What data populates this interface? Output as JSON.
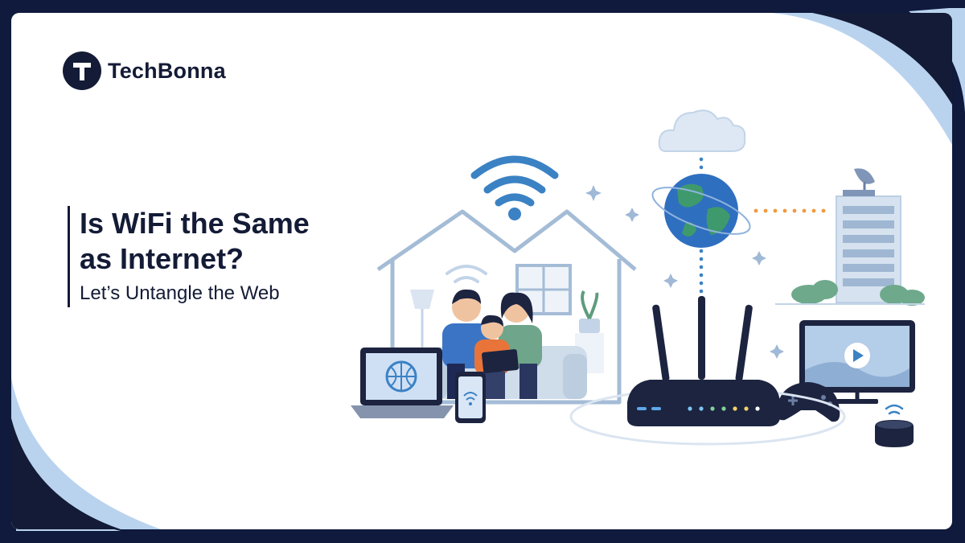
{
  "brand": {
    "name": "TechBonna",
    "logo_letter": "T",
    "primary_color": "#131b36",
    "accent_color": "#3b82c4",
    "light_accent": "#b9d3ef"
  },
  "headline": {
    "title_line1": "Is WiFi the Same",
    "title_line2": "as Internet?",
    "subtitle": "Let’s Untangle the Web"
  },
  "illustration": {
    "icons": [
      "wifi-icon",
      "house-icon",
      "family-icon",
      "laptop-icon",
      "globe-icon",
      "smartphone-icon",
      "cloud-icon",
      "router-icon",
      "building-icon",
      "satellite-dish-icon",
      "tv-icon",
      "play-icon",
      "gamepad-icon",
      "smart-speaker-icon",
      "sparkle-icon"
    ]
  }
}
